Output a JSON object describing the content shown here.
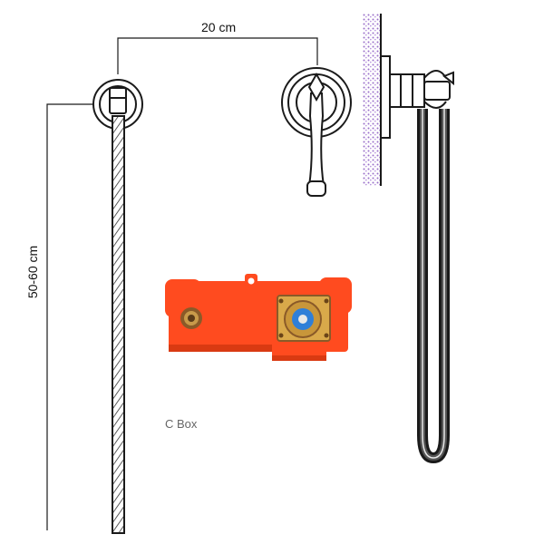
{
  "dimensions": {
    "width": "20 cm",
    "height": "50-60 cm"
  },
  "labels": {
    "box": "C Box"
  },
  "colors": {
    "outline": "#1a1a1a",
    "box_body": "#ff4b1f",
    "box_shadow": "#d93a12",
    "brass": "#c89a4a",
    "cartridge_blue": "#2f7fd8",
    "wall_texture": "#9a6fc9"
  }
}
